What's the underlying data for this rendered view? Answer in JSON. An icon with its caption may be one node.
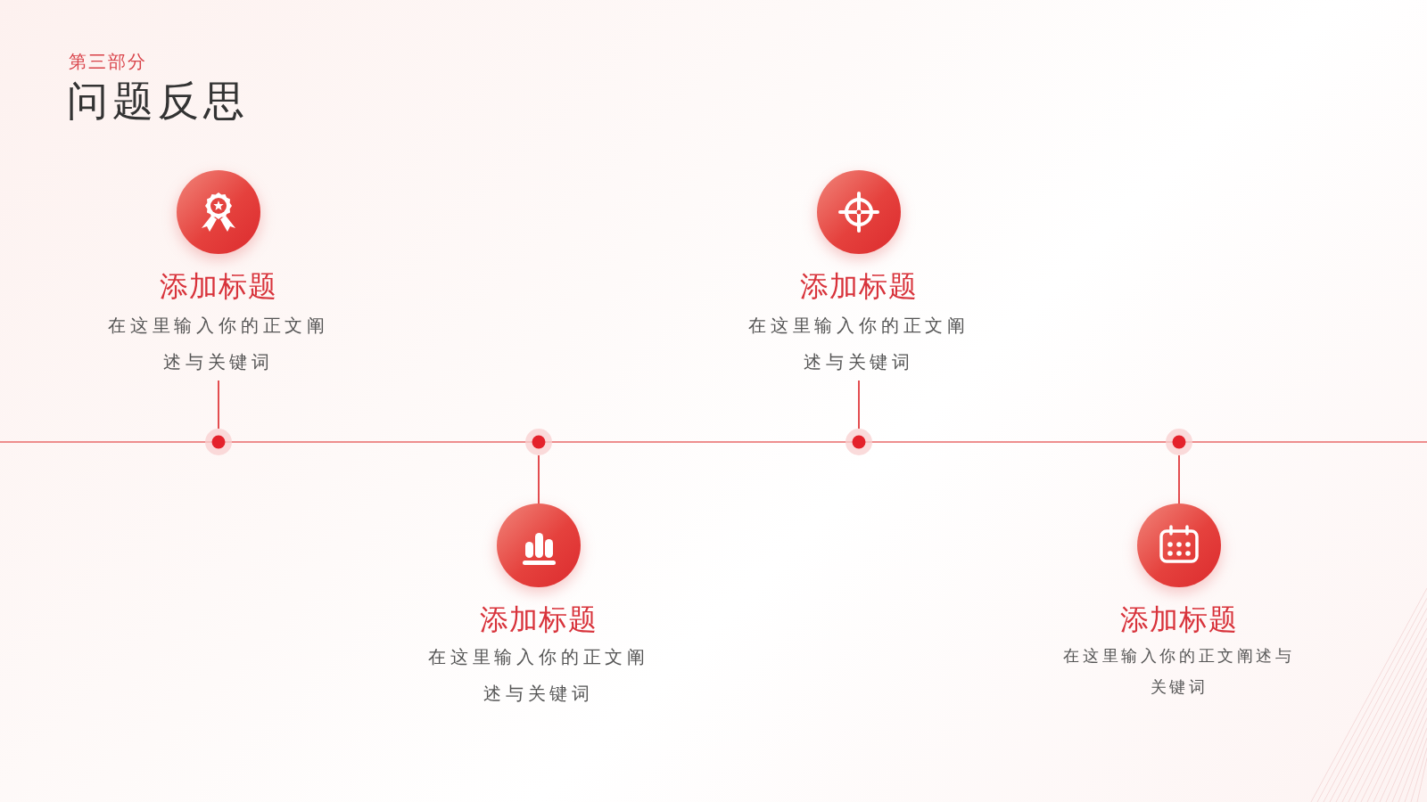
{
  "diagram": {
    "title": "问题反思",
    "nodes": [
      {
        "text": [
          "添加标题",
          "在这里输入你的正文阐述与关键词"
        ]
      },
      {
        "text": [
          "添加标题",
          "在这里输入你的正文阐述与关键词"
        ]
      },
      {
        "text": [
          "添加标题",
          "在这里输入你的正文阐述与关键词"
        ]
      },
      {
        "text": [
          "添加标题",
          "在这里输入你的正文阐述与关键词"
        ]
      },
      {
        "text": [],
        "shape": "circle"
      },
      {
        "text": [],
        "shape": "circle"
      },
      {
        "text": [],
        "shape": "circle"
      },
      {
        "text": [],
        "shape": "circle"
      }
    ],
    "edges": [
      {
        "from": 4,
        "to": 0,
        "arrow": "none"
      },
      {
        "from": 5,
        "to": 1,
        "arrow": "none"
      },
      {
        "from": 6,
        "to": 2,
        "arrow": "none"
      },
      {
        "from": 7,
        "to": 3,
        "arrow": "none"
      }
    ],
    "labels": [
      "第三部分"
    ]
  }
}
